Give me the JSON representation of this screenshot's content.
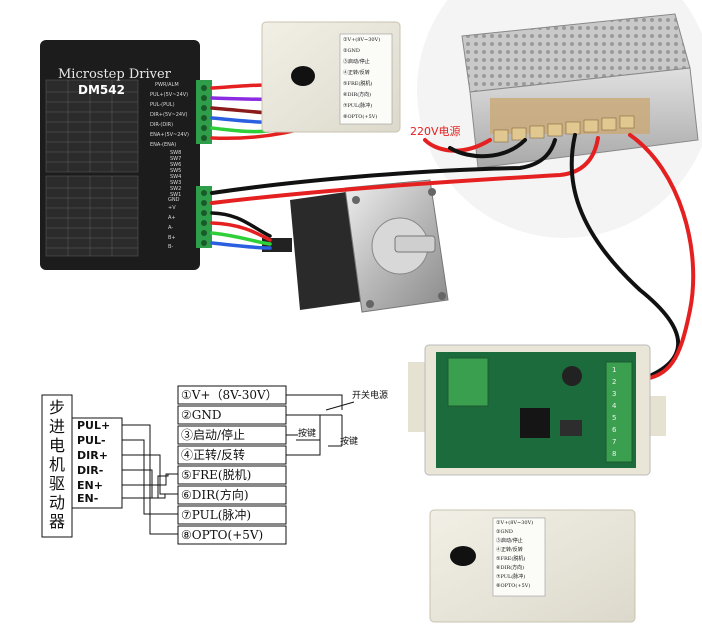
{
  "driver": {
    "title": "Microstep Driver",
    "model": "DM542",
    "signal_terminals": [
      "PWR/ALM",
      "PUL+(5V~24V)",
      "PUL-(PUL)",
      "DIR+(5V~24V)",
      "DIR-(DIR)",
      "ENA+(5V~24V)",
      "ENA-(ENA)"
    ],
    "power_terminals": [
      "GND",
      "+V",
      "A+",
      "A-",
      "B+",
      "B-"
    ],
    "switch_labels": [
      "SW8",
      "SW7",
      "SW6",
      "SW5",
      "SW4",
      "SW3",
      "SW2",
      "SW1"
    ]
  },
  "power_supply": {
    "input_label": "220V电源"
  },
  "controller_cover": {
    "connectors": [
      {
        "num": "①",
        "text": "V+(8V~30V)"
      },
      {
        "num": "②",
        "text": "GND"
      },
      {
        "num": "③",
        "text": "启动/停止"
      },
      {
        "num": "④",
        "text": "正转/反转"
      },
      {
        "num": "⑤",
        "text": "FRE(脱机)"
      },
      {
        "num": "⑥",
        "text": "DIR(方向)"
      },
      {
        "num": "⑦",
        "text": "PUL(脉冲)"
      },
      {
        "num": "⑧",
        "text": "OPTO(+5V)"
      }
    ]
  },
  "schematic": {
    "driver_label_chars": [
      "步",
      "进",
      "电",
      "机",
      "驱",
      "动",
      "器"
    ],
    "driver_pins": [
      "PUL+",
      "PUL-",
      "DIR+",
      "DIR-",
      "EN+",
      "EN-"
    ],
    "connectors": [
      {
        "num": "①",
        "text": "V+（8V-30V）"
      },
      {
        "num": "②",
        "text": "GND"
      },
      {
        "num": "③",
        "text": "启动/停止"
      },
      {
        "num": "④",
        "text": "正转/反转"
      },
      {
        "num": "⑤",
        "text": "FRE(脱机)"
      },
      {
        "num": "⑥",
        "text": "DIR(方向)"
      },
      {
        "num": "⑦",
        "text": "PUL(脉冲)"
      },
      {
        "num": "⑧",
        "text": "OPTO(+5V)"
      }
    ],
    "switch_power_label": "开关电源",
    "button_label_1": "按键",
    "button_label_2": "按键"
  },
  "colors": {
    "wire_red": "#e52020",
    "wire_black": "#111111",
    "wire_green": "#2fcf3a",
    "wire_blue": "#2a5fe0",
    "wire_purple": "#8a2be2",
    "terminal_green": "#2f9e4a",
    "driver_body": "#1c1c1c"
  }
}
